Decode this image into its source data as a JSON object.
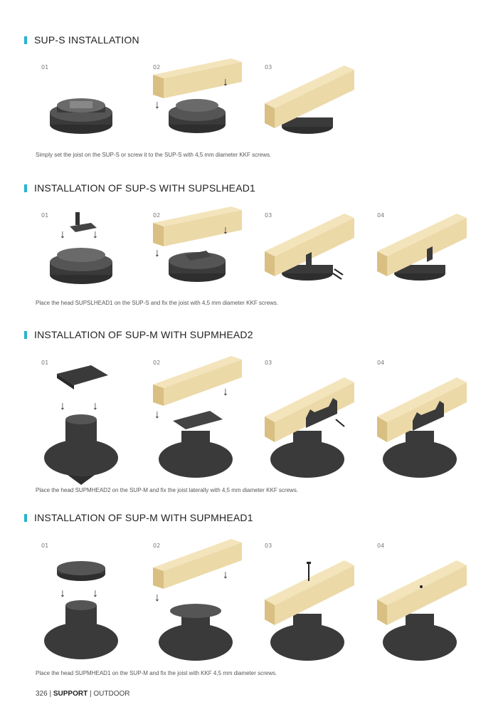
{
  "sections": [
    {
      "title": "SUP-S INSTALLATION",
      "steps": [
        "01",
        "02",
        "03"
      ],
      "caption": "Simply set the joist on the SUP-S or screw it to the SUP-S with 4,5 mm diameter KKF screws."
    },
    {
      "title": "INSTALLATION OF SUP-S WITH SUPSLHEAD1",
      "steps": [
        "01",
        "02",
        "03",
        "04"
      ],
      "caption": "Place the head SUPSLHEAD1 on the SUP-S and fix the joist with 4,5 mm diameter KKF screws."
    },
    {
      "title": "INSTALLATION OF SUP-M WITH SUPMHEAD2",
      "steps": [
        "01",
        "02",
        "03",
        "04"
      ],
      "caption": "Place the head SUPMHEAD2 on the SUP-M and fix the joist laterally with 4,5 mm diameter KKF screws."
    },
    {
      "title": "INSTALLATION OF SUP-M WITH SUPMHEAD1",
      "steps": [
        "01",
        "02",
        "03",
        "04"
      ],
      "caption": "Place the head SUPMHEAD1 on the SUP-M and fix the joist with KKF 4,5 mm diameter screws."
    }
  ],
  "footer": {
    "page": "326",
    "sep": "|",
    "section": "SUPPORT",
    "category": "OUTDOOR"
  },
  "colors": {
    "accent": "#27b3cf",
    "wood": "#ecd9a8",
    "plastic": "#3a3a3a"
  }
}
